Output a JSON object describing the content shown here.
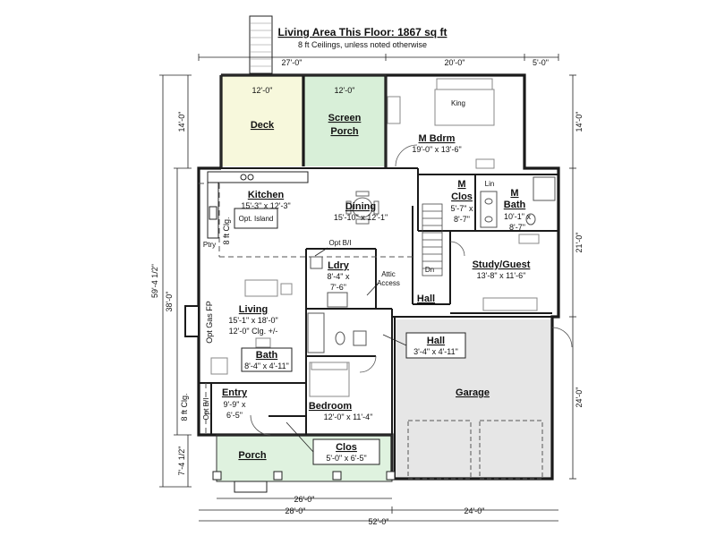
{
  "header": {
    "title": "Living Area This Floor: 1867 sq ft",
    "subtitle": "8 ft Ceilings, unless noted otherwise"
  },
  "rooms": {
    "deck": {
      "name": "Deck"
    },
    "screen_porch": {
      "name": "Screen",
      "name2": "Porch"
    },
    "master_bedroom": {
      "name": "M Bdrm",
      "size": "19'-0\" x 13'-6\""
    },
    "kitchen": {
      "name": "Kitchen",
      "size": "15'-3\" x 12'-3\""
    },
    "dining": {
      "name": "Dining",
      "size": "15'-10\" x 12'-1\""
    },
    "master_closet": {
      "name": "M",
      "name2": "Clos",
      "size": "5'-7\" x",
      "size2": "8'-7\""
    },
    "master_bath": {
      "name": "M",
      "name2": "Bath",
      "size": "10'-1\" x",
      "size2": "8'-7\""
    },
    "laundry": {
      "name": "Ldry",
      "size": "8'-4\" x",
      "size2": "7'-6\""
    },
    "study": {
      "name": "Study/Guest",
      "size": "13'-8\" x 11'-6\""
    },
    "hall_upper": {
      "name": "Hall"
    },
    "living": {
      "name": "Living",
      "size": "15'-1\" x 18'-0\"",
      "note": "12'-0\" Clg. +/-"
    },
    "hall_lower": {
      "name": "Hall",
      "size": "3'-4\" x 4'-11\""
    },
    "bath": {
      "name": "Bath",
      "size": "8'-4\" x 4'-11\""
    },
    "garage": {
      "name": "Garage"
    },
    "entry": {
      "name": "Entry",
      "size": "9'-9\" x",
      "size2": "6'-5\""
    },
    "bedroom": {
      "name": "Bedroom",
      "size": "12'-0\" x 11'-4\""
    },
    "porch": {
      "name": "Porch"
    },
    "closet": {
      "name": "Clos",
      "size": "5'-0\" x 6'-5\""
    }
  },
  "labels": {
    "opt_island": "Opt. Island",
    "pantry": "Ptry",
    "clg_8ft_kitchen": "8 ft Clg.",
    "opt_bi_laundry": "Opt B/I",
    "attic_access": "Attic",
    "attic_access2": "Access",
    "opt_gas_fp": "Opt Gas FP",
    "clg_8ft_entry": "8 ft Clg.",
    "opt_bi_entry": "Opt B/I",
    "king": "King",
    "linen": "Lin",
    "down": "Dn"
  },
  "dimensions": {
    "top_left": "27'-0\"",
    "top_mid": "20'-0\"",
    "top_right": "5'-0\"",
    "deck_width": "12'-0\"",
    "porch_width": "12'-0\"",
    "left_total": "59'-4 1/2\"",
    "left_house": "38'-0\"",
    "left_top": "14'-0\"",
    "left_bottom": "7'-4 1/2\"",
    "right_top": "14'-0\"",
    "right_mid": "21'-0\"",
    "right_bottom": "24'-0\"",
    "bottom_porch": "26'-0\"",
    "bottom_left": "28'-0\"",
    "bottom_right": "24'-0\"",
    "bottom_total": "52'-0\""
  },
  "colors": {
    "deck": "#f7f8dc",
    "screen_porch": "#d8efd8",
    "porch": "#dff2df",
    "garage": "#e6e6e6",
    "wall": "#1a1a1a"
  }
}
